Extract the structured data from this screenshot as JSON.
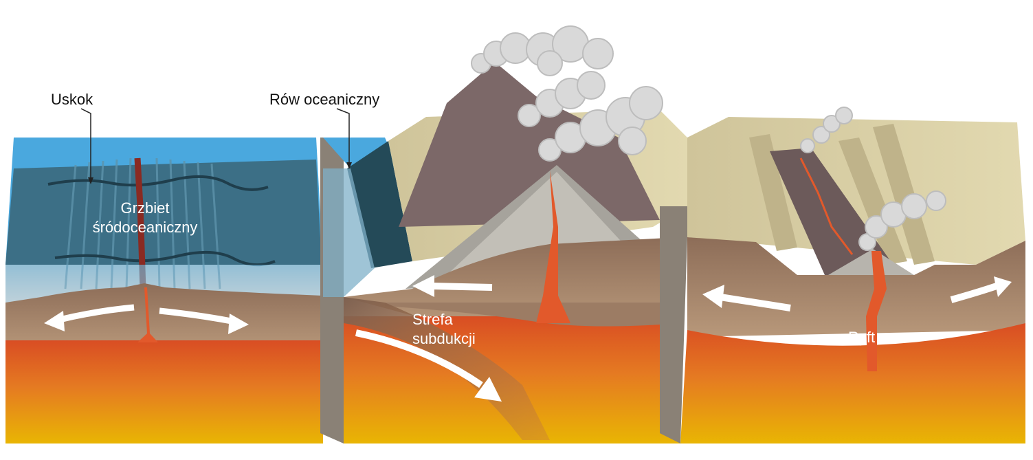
{
  "labels": {
    "fault": "Uskok",
    "trench": "Rów oceaniczny",
    "ridge_line1": "Grzbiet",
    "ridge_line2": "śródoceaniczny",
    "subduction_line1": "Strefa",
    "subduction_line2": "subdukcji",
    "rift": "Ryft"
  },
  "colors": {
    "ocean": "#4aa8de",
    "ocean_deep": "#2f6f8e",
    "crust": "#8a6a55",
    "crust_light": "#b09072",
    "mantle_top": "#e0552a",
    "mantle_bottom": "#e8b000",
    "magma": "#e2592b",
    "land": "#d8cfa2",
    "volcano": "#6f5a5a",
    "smoke": "#d6d6d6",
    "arrow": "#ffffff"
  },
  "icons": [
    "arrow-left-icon",
    "arrow-right-icon",
    "smoke-plume-icon",
    "volcano-icon"
  ]
}
